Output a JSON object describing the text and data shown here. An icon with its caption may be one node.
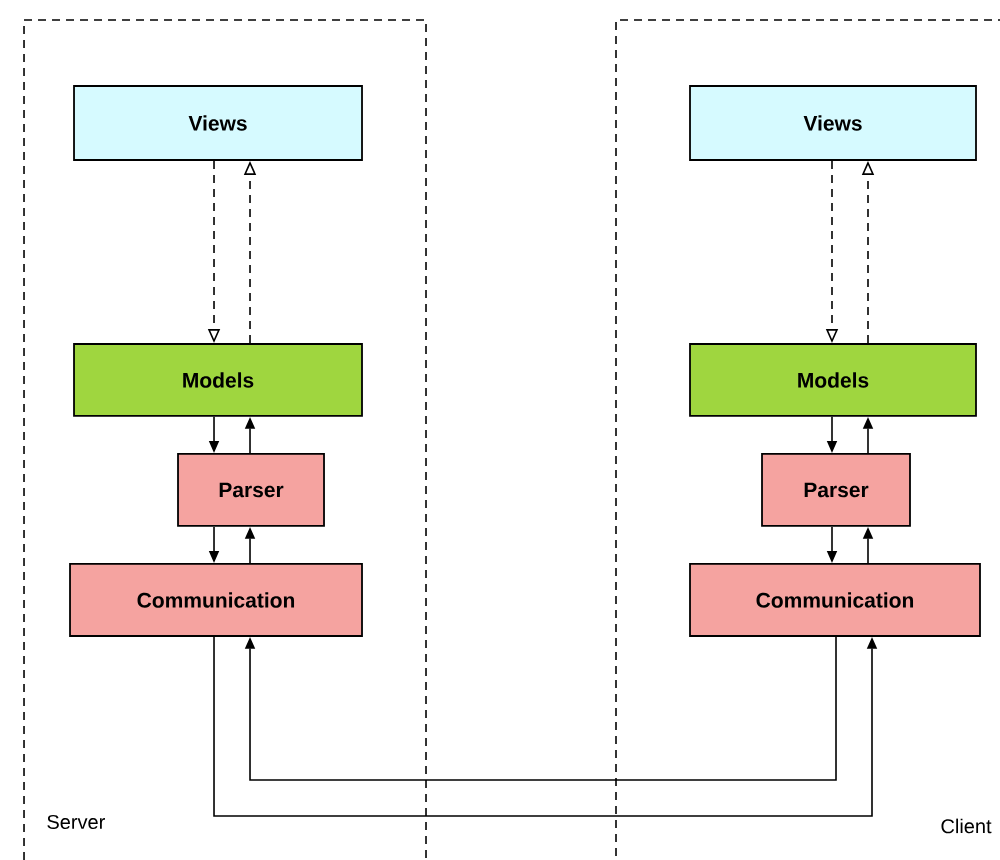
{
  "diagram": {
    "nodes": [
      {
        "text": [
          "Server"
        ]
      },
      {
        "text": [
          "Views"
        ],
        "in": 0
      },
      {
        "text": [
          "Models"
        ],
        "in": 0
      },
      {
        "text": [
          "Parser"
        ],
        "in": 0
      },
      {
        "text": [
          "Communication"
        ],
        "in": 0
      },
      {
        "text": [
          "Client"
        ]
      },
      {
        "text": [
          "Views"
        ],
        "in": 5
      },
      {
        "text": [
          "Models"
        ],
        "in": 5
      },
      {
        "text": [
          "Parser"
        ],
        "in": 5
      },
      {
        "text": [
          "Communication"
        ],
        "in": 5
      }
    ],
    "edges": [
      {
        "from": 1,
        "to": 2,
        "arrow": "to",
        "style": "dashed"
      },
      {
        "from": 2,
        "to": 1,
        "arrow": "to",
        "style": "dashed"
      },
      {
        "from": 2,
        "to": 3,
        "arrow": "to"
      },
      {
        "from": 3,
        "to": 2,
        "arrow": "to"
      },
      {
        "from": 3,
        "to": 4,
        "arrow": "to"
      },
      {
        "from": 4,
        "to": 3,
        "arrow": "to"
      },
      {
        "from": 6,
        "to": 7,
        "arrow": "to",
        "style": "dashed"
      },
      {
        "from": 7,
        "to": 6,
        "arrow": "to",
        "style": "dashed"
      },
      {
        "from": 7,
        "to": 8,
        "arrow": "to"
      },
      {
        "from": 8,
        "to": 7,
        "arrow": "to"
      },
      {
        "from": 8,
        "to": 9,
        "arrow": "to"
      },
      {
        "from": 9,
        "to": 8,
        "arrow": "to"
      },
      {
        "from": 4,
        "to": 9,
        "arrow": "to"
      },
      {
        "from": 9,
        "to": 4,
        "arrow": "to"
      }
    ]
  }
}
